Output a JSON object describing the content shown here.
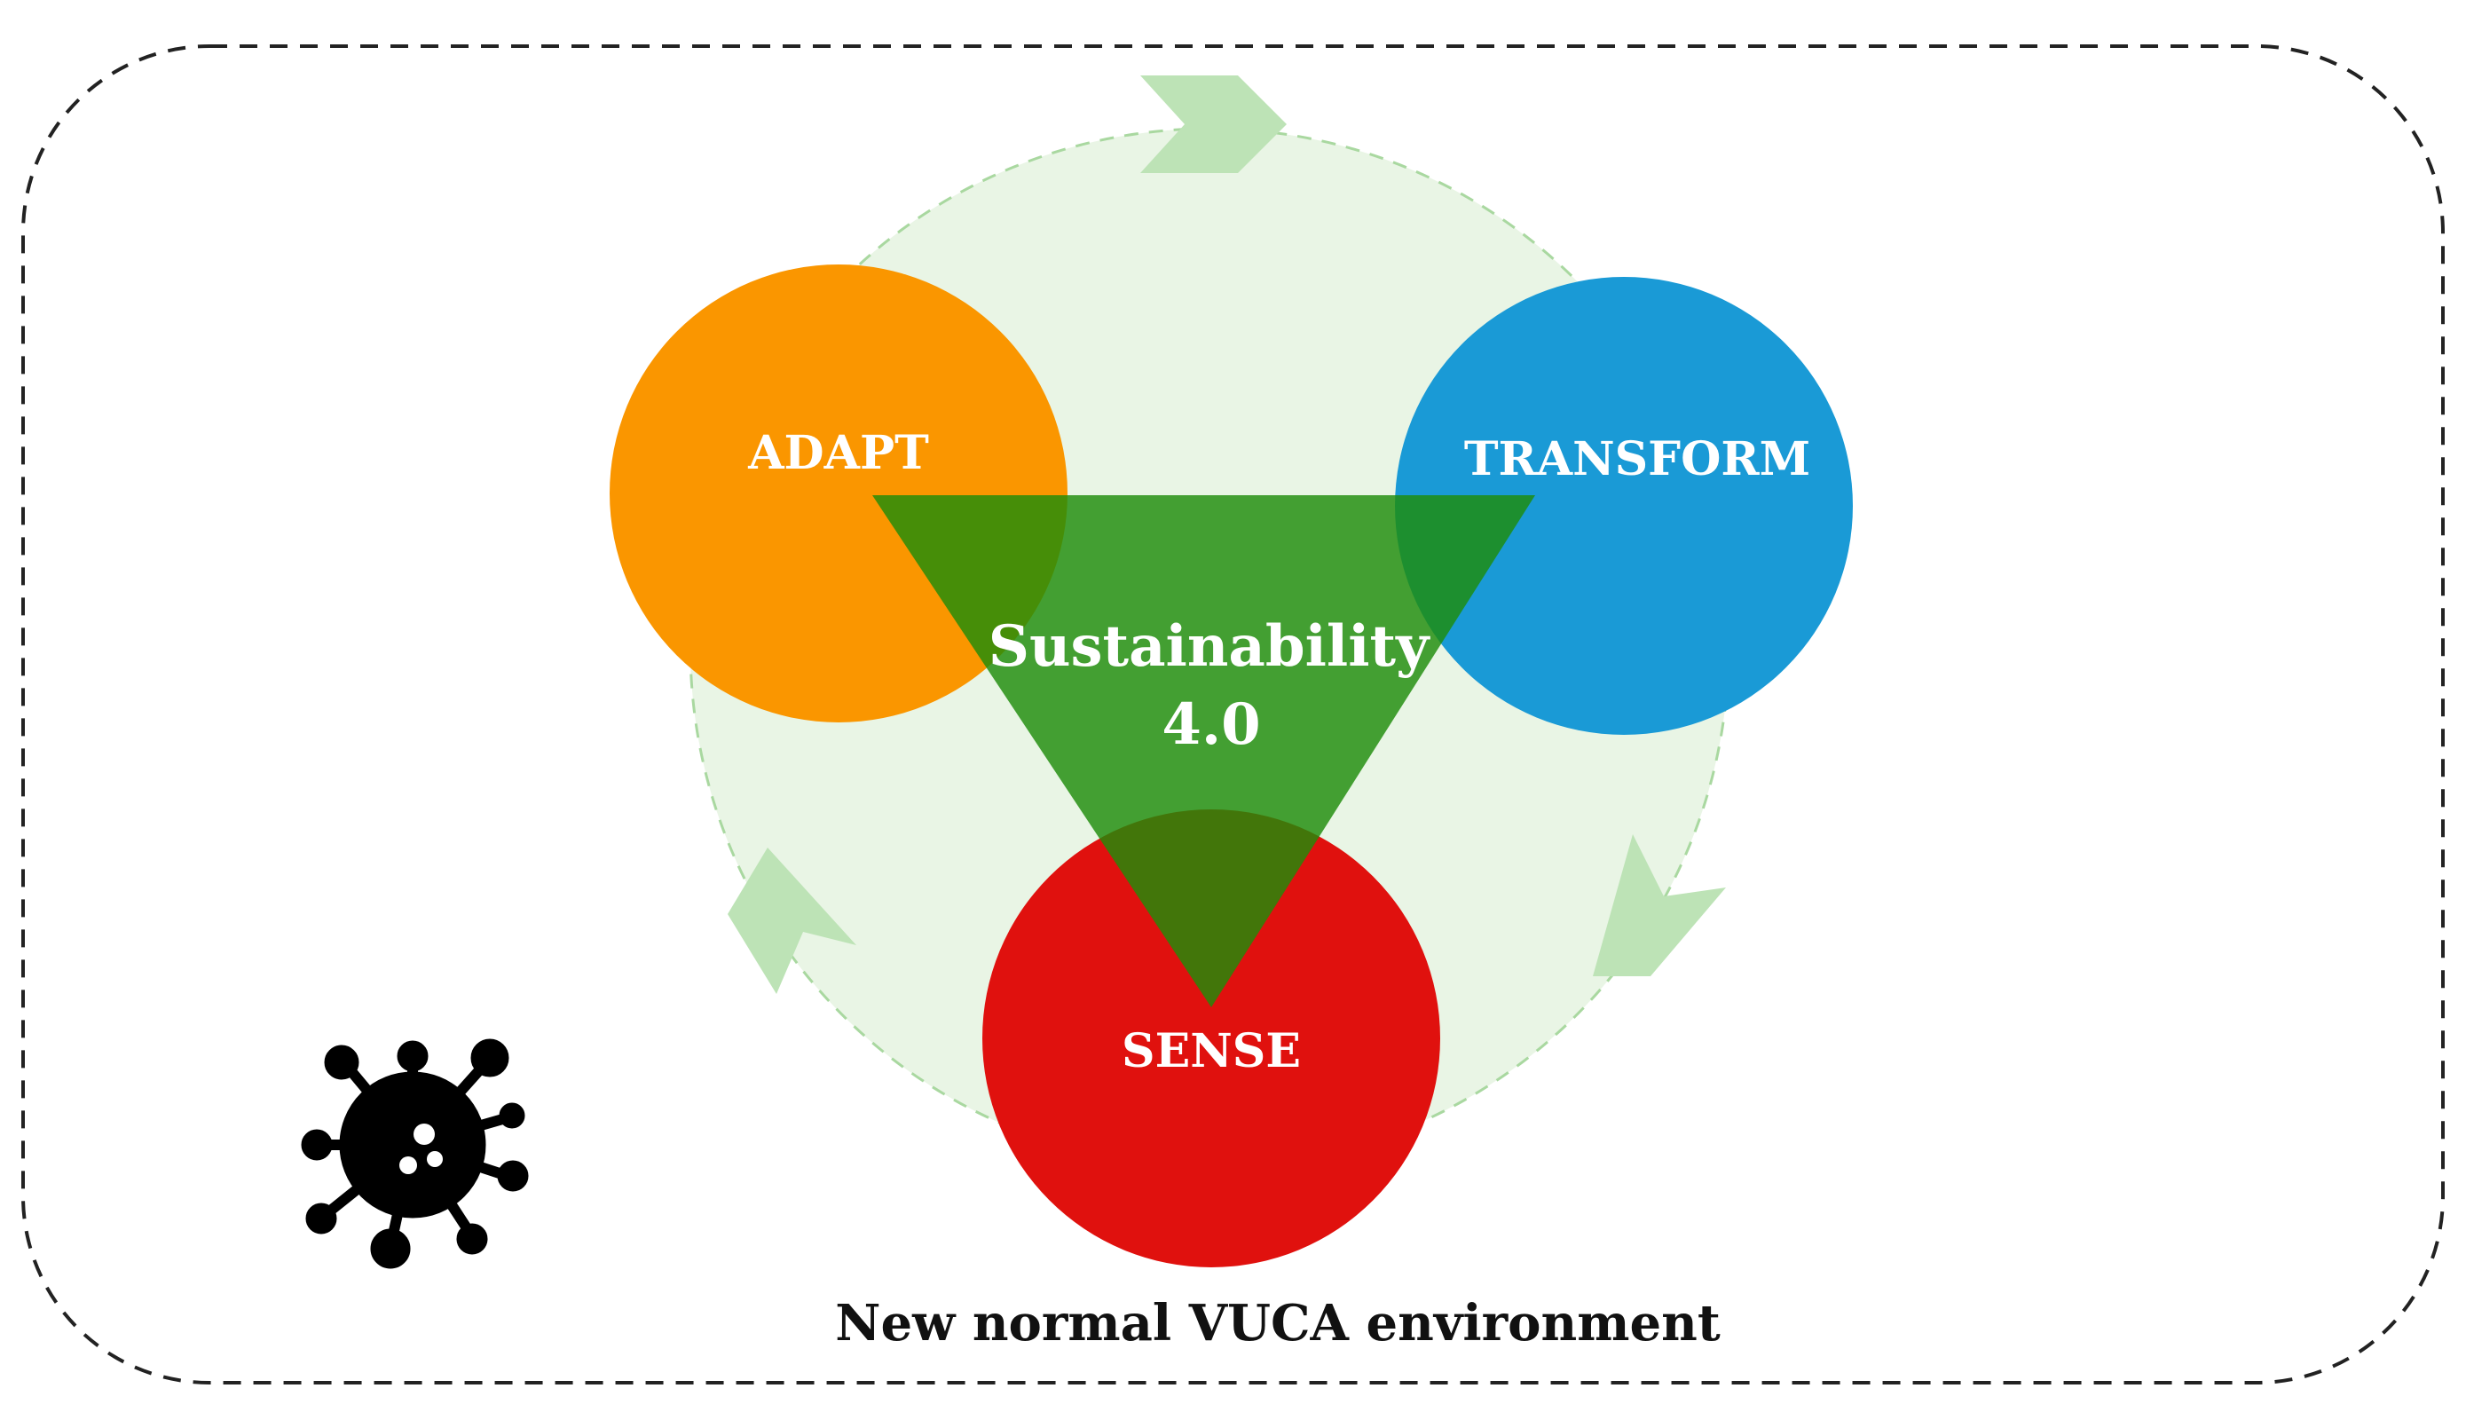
{
  "diagram": {
    "environment_label": "New normal VUCA environment",
    "nodes": {
      "adapt": {
        "label": "ADAPT",
        "color": "#fa9600"
      },
      "transform": {
        "label": "TRANSFORM",
        "color": "#1a9ad6"
      },
      "sense": {
        "label": "SENSE",
        "color": "#e0110e"
      }
    },
    "center": {
      "line1": "Sustainability",
      "line2": "4.0",
      "color": "#1f8c0a"
    },
    "cycle_color": "#e9f5e5",
    "arrow_color": "#bde3b6",
    "icons": {
      "virus": "virus-icon"
    }
  }
}
